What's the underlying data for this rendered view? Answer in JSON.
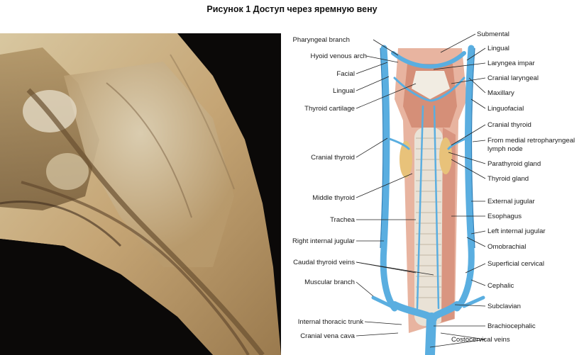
{
  "title": "Рисунок 1 Доступ через яремную вену",
  "photo": {
    "icon": "dissection-photo"
  },
  "diagram": {
    "icon": "neck-vein-anatomy-illustration",
    "colors": {
      "vein": "#5aaee0",
      "vein_dark": "#2f7fb8",
      "muscle": "#e4a78f",
      "cartilage": "#e9e2d6",
      "gland": "#e8c27a",
      "leader": "#222222"
    },
    "labels_left": [
      "Pharyngeal branch",
      "Hyoid venous arch",
      "Facial",
      "Lingual",
      "Thyroid cartilage",
      "Cranial thyroid",
      "Middle thyroid",
      "Trachea",
      "Right internal jugular",
      "Caudal thyroid veins",
      "Muscular branch",
      "Internal thoracic trunk",
      "Cranial vena cava"
    ],
    "labels_right": [
      "Submental",
      "Lingual",
      "Laryngea impar",
      "Cranial laryngeal",
      "Maxillary",
      "Linguofacial",
      "Cranial thyroid",
      "From medial retropharyngeal",
      "lymph node",
      "Parathyroid gland",
      "Thyroid gland",
      "External jugular",
      "Esophagus",
      "Left internal jugular",
      "Omobrachial",
      "Superficial cervical",
      "Cephalic",
      "Subclavian",
      "Brachiocephalic",
      "Costocervical veins"
    ]
  }
}
